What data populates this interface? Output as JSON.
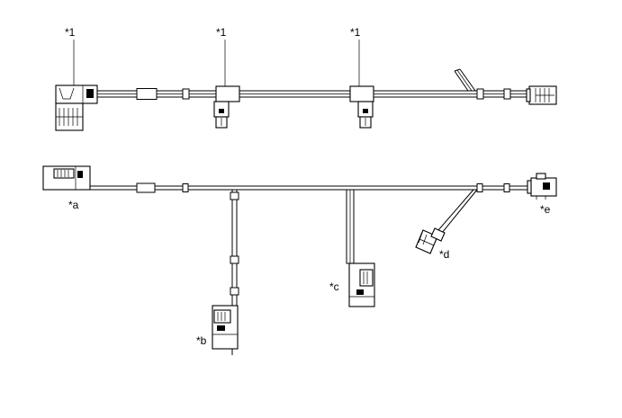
{
  "callouts": {
    "star1_left": "*1",
    "star1_mid": "*1",
    "star1_right": "*1",
    "a": "*a",
    "b": "*b",
    "c": "*c",
    "d": "*d",
    "e": "*e"
  }
}
